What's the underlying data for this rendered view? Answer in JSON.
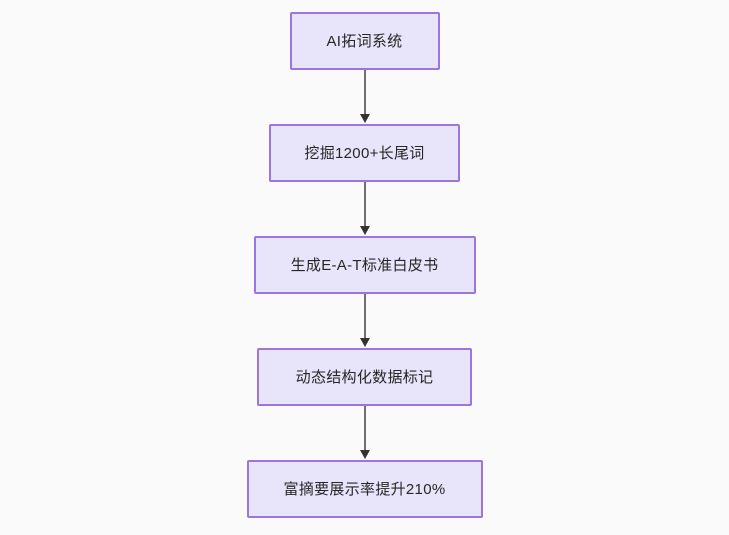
{
  "diagram": {
    "type": "flowchart",
    "orientation": "top-to-bottom",
    "background_color": "#fafafa",
    "node_fill_color": "#e8e4fa",
    "node_border_color": "#9a77dc",
    "node_text_color": "#262626",
    "connector_color": "#707070",
    "arrowhead_color": "#333333",
    "nodes": [
      {
        "id": "n1",
        "label": "AI拓词系统"
      },
      {
        "id": "n2",
        "label": "挖掘1200+长尾词"
      },
      {
        "id": "n3",
        "label": "生成E-A-T标准白皮书"
      },
      {
        "id": "n4",
        "label": "动态结构化数据标记"
      },
      {
        "id": "n5",
        "label": "富摘要展示率提升210%"
      }
    ],
    "edges": [
      {
        "from": "n1",
        "to": "n2",
        "label": ""
      },
      {
        "from": "n2",
        "to": "n3",
        "label": ""
      },
      {
        "from": "n3",
        "to": "n4",
        "label": ""
      },
      {
        "from": "n4",
        "to": "n5",
        "label": ""
      }
    ]
  }
}
